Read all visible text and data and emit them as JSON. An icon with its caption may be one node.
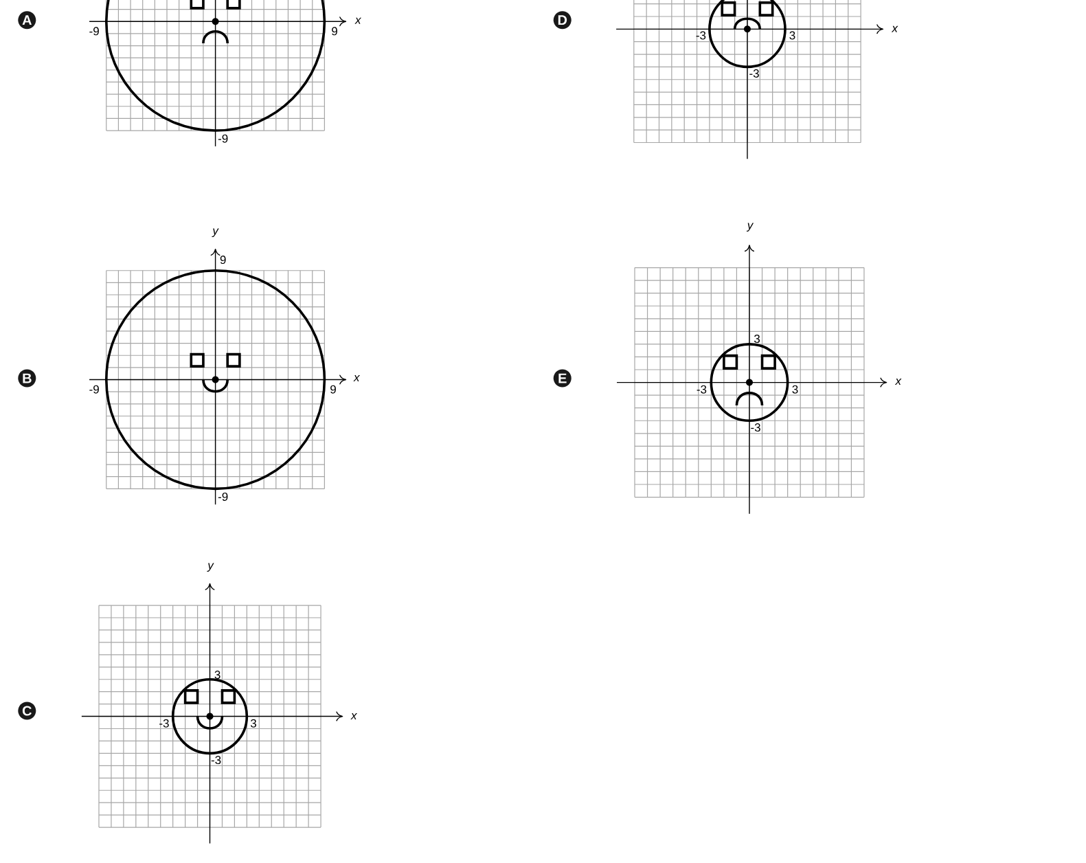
{
  "diagram": {
    "nodes": [
      {
        "text": [
          "A"
        ]
      },
      {
        "text": [
          "D"
        ]
      },
      {
        "text": [
          "B"
        ]
      },
      {
        "text": [
          "E"
        ]
      },
      {
        "text": [
          "C"
        ]
      }
    ],
    "labels": [
      "x",
      "-9",
      "9",
      "-9",
      "x",
      "-3",
      "3",
      "-3",
      "y",
      "9",
      "-9",
      "9",
      "x",
      "-9",
      "y",
      "3",
      "-3",
      "3",
      "x",
      "-3",
      "y",
      "3",
      "-3",
      "3",
      "x",
      "-3"
    ]
  }
}
